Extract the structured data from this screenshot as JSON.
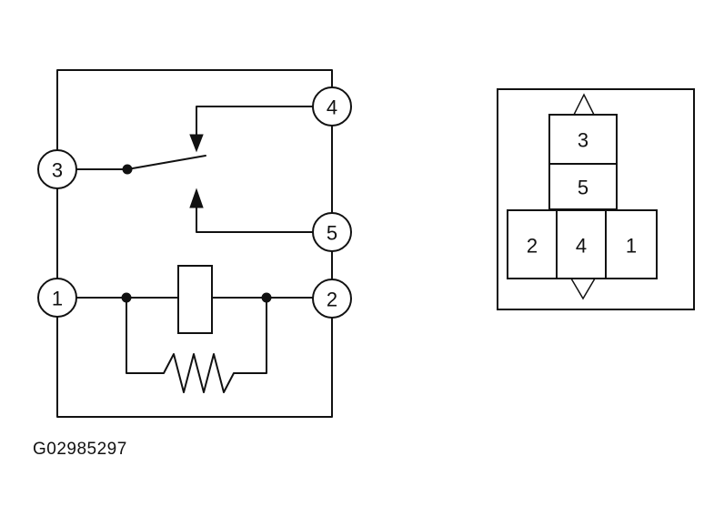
{
  "figure_code": "G02985297",
  "schematic": {
    "terminals": [
      {
        "id": "t3",
        "label": "3"
      },
      {
        "id": "t4",
        "label": "4"
      },
      {
        "id": "t5",
        "label": "5"
      },
      {
        "id": "t1",
        "label": "1"
      },
      {
        "id": "t2",
        "label": "2"
      }
    ]
  },
  "connector": {
    "cavities": [
      {
        "id": "c3",
        "label": "3"
      },
      {
        "id": "c5",
        "label": "5"
      },
      {
        "id": "c2",
        "label": "2"
      },
      {
        "id": "c4",
        "label": "4"
      },
      {
        "id": "c1",
        "label": "1"
      }
    ]
  }
}
